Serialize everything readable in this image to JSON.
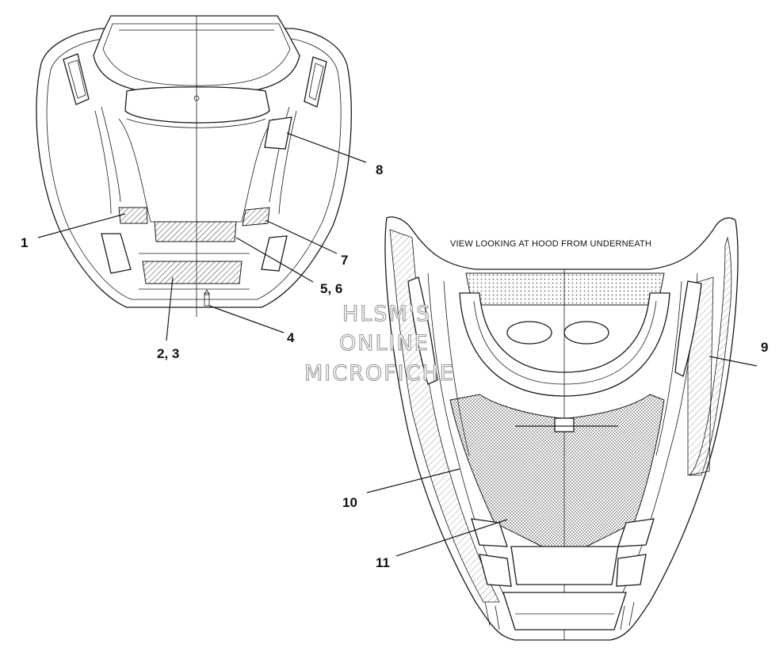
{
  "view_note": "VIEW LOOKING AT HOOD FROM UNDERNEATH",
  "watermark": {
    "line1": "HLSM'S",
    "line2": "ONLINE",
    "line3": "MICROFICHE"
  },
  "callouts": [
    {
      "id": "c1",
      "label": "1"
    },
    {
      "id": "c23",
      "label": "2, 3"
    },
    {
      "id": "c4",
      "label": "4"
    },
    {
      "id": "c56",
      "label": "5,  6"
    },
    {
      "id": "c7",
      "label": "7"
    },
    {
      "id": "c8",
      "label": "8"
    },
    {
      "id": "c9",
      "label": "9"
    },
    {
      "id": "c10",
      "label": "10"
    },
    {
      "id": "c11",
      "label": "11"
    }
  ]
}
